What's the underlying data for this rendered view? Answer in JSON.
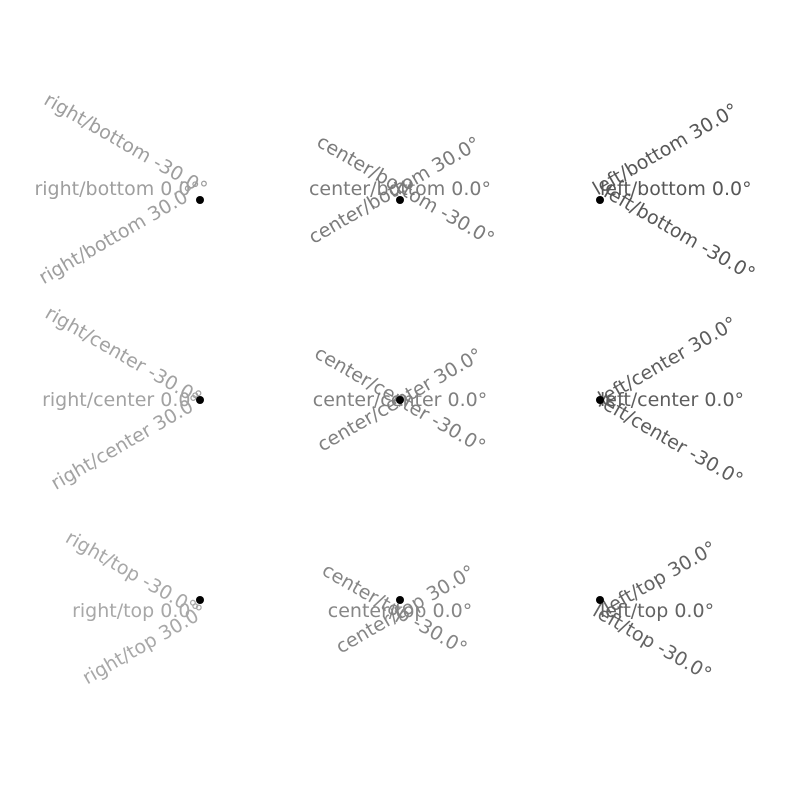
{
  "chart_data": {
    "type": "scatter",
    "title": "",
    "xlabel": "",
    "ylabel": "",
    "xlim": [
      0,
      4
    ],
    "ylim": [
      0,
      4
    ],
    "grid": false,
    "axes_visible": false,
    "marker_color": "#000000",
    "points": [
      {
        "x": 1,
        "y": 3
      },
      {
        "x": 2,
        "y": 3
      },
      {
        "x": 3,
        "y": 3
      },
      {
        "x": 1,
        "y": 2
      },
      {
        "x": 2,
        "y": 2
      },
      {
        "x": 3,
        "y": 2
      },
      {
        "x": 1,
        "y": 1
      },
      {
        "x": 2,
        "y": 1
      },
      {
        "x": 3,
        "y": 1
      }
    ],
    "annotations": [
      {
        "x": 1,
        "y": 3,
        "ha": "right",
        "va": "bottom",
        "rotation": 30,
        "color": "#9e9e9e",
        "text": "right/bottom 30.0°"
      },
      {
        "x": 1,
        "y": 3,
        "ha": "right",
        "va": "bottom",
        "rotation": 0,
        "color": "#9e9e9e",
        "text": "right/bottom 0.0°"
      },
      {
        "x": 1,
        "y": 3,
        "ha": "right",
        "va": "bottom",
        "rotation": -30,
        "color": "#9e9e9e",
        "text": "right/bottom -30.0°"
      },
      {
        "x": 2,
        "y": 3,
        "ha": "center",
        "va": "bottom",
        "rotation": 30,
        "color": "#7b7b7b",
        "text": "center/bottom 30.0°"
      },
      {
        "x": 2,
        "y": 3,
        "ha": "center",
        "va": "bottom",
        "rotation": 0,
        "color": "#7b7b7b",
        "text": "center/bottom 0.0°"
      },
      {
        "x": 2,
        "y": 3,
        "ha": "center",
        "va": "bottom",
        "rotation": -30,
        "color": "#7b7b7b",
        "text": "center/bottom -30.0°"
      },
      {
        "x": 3,
        "y": 3,
        "ha": "left",
        "va": "bottom",
        "rotation": 30,
        "color": "#575757",
        "text": "left/bottom 30.0°"
      },
      {
        "x": 3,
        "y": 3,
        "ha": "left",
        "va": "bottom",
        "rotation": 0,
        "color": "#575757",
        "text": "left/bottom 0.0°"
      },
      {
        "x": 3,
        "y": 3,
        "ha": "left",
        "va": "bottom",
        "rotation": -30,
        "color": "#575757",
        "text": "left/bottom -30.0°"
      },
      {
        "x": 1,
        "y": 2,
        "ha": "right",
        "va": "center",
        "rotation": 30,
        "color": "#a2a2a2",
        "text": "right/center 30.0°"
      },
      {
        "x": 1,
        "y": 2,
        "ha": "right",
        "va": "center",
        "rotation": 0,
        "color": "#a2a2a2",
        "text": "right/center 0.0°"
      },
      {
        "x": 1,
        "y": 2,
        "ha": "right",
        "va": "center",
        "rotation": -30,
        "color": "#a2a2a2",
        "text": "right/center -30.0°"
      },
      {
        "x": 2,
        "y": 2,
        "ha": "center",
        "va": "center",
        "rotation": 30,
        "color": "#808080",
        "text": "center/center 30.0°"
      },
      {
        "x": 2,
        "y": 2,
        "ha": "center",
        "va": "center",
        "rotation": 0,
        "color": "#808080",
        "text": "center/center 0.0°"
      },
      {
        "x": 2,
        "y": 2,
        "ha": "center",
        "va": "center",
        "rotation": -30,
        "color": "#808080",
        "text": "center/center -30.0°"
      },
      {
        "x": 3,
        "y": 2,
        "ha": "left",
        "va": "center",
        "rotation": 30,
        "color": "#5d5d5d",
        "text": "left/center 30.0°"
      },
      {
        "x": 3,
        "y": 2,
        "ha": "left",
        "va": "center",
        "rotation": 0,
        "color": "#5d5d5d",
        "text": "left/center 0.0°"
      },
      {
        "x": 3,
        "y": 2,
        "ha": "left",
        "va": "center",
        "rotation": -30,
        "color": "#5d5d5d",
        "text": "left/center -30.0°"
      },
      {
        "x": 1,
        "y": 1,
        "ha": "right",
        "va": "top",
        "rotation": 30,
        "color": "#a8a8a8",
        "text": "right/top 30.0°"
      },
      {
        "x": 1,
        "y": 1,
        "ha": "right",
        "va": "top",
        "rotation": 0,
        "color": "#a8a8a8",
        "text": "right/top 0.0°"
      },
      {
        "x": 1,
        "y": 1,
        "ha": "right",
        "va": "top",
        "rotation": -30,
        "color": "#a8a8a8",
        "text": "right/top -30.0°"
      },
      {
        "x": 2,
        "y": 1,
        "ha": "center",
        "va": "top",
        "rotation": 30,
        "color": "#868686",
        "text": "center/top 30.0°"
      },
      {
        "x": 2,
        "y": 1,
        "ha": "center",
        "va": "top",
        "rotation": 0,
        "color": "#868686",
        "text": "center/top 0.0°"
      },
      {
        "x": 2,
        "y": 1,
        "ha": "center",
        "va": "top",
        "rotation": -30,
        "color": "#868686",
        "text": "center/top -30.0°"
      },
      {
        "x": 3,
        "y": 1,
        "ha": "left",
        "va": "top",
        "rotation": 30,
        "color": "#636363",
        "text": "left/top 30.0°"
      },
      {
        "x": 3,
        "y": 1,
        "ha": "left",
        "va": "top",
        "rotation": 0,
        "color": "#636363",
        "text": "left/top 0.0°"
      },
      {
        "x": 3,
        "y": 1,
        "ha": "left",
        "va": "top",
        "rotation": -30,
        "color": "#636363",
        "text": "left/top -30.0°"
      }
    ]
  }
}
